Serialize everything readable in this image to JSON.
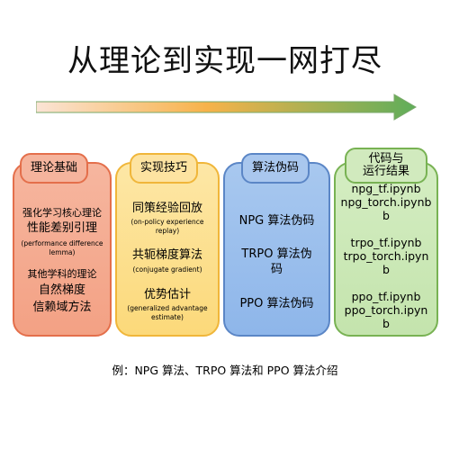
{
  "title": "从理论到实现一网打尽",
  "columns": [
    {
      "header": "理论基础",
      "lines": [
        "强化学习核心理论",
        "性能差别引理",
        "(performance difference",
        "lemma)",
        "其他学科的理论",
        "自然梯度",
        "信赖域方法"
      ]
    },
    {
      "header": "实现技巧",
      "lines": [
        "同策经验回放",
        "(on-policy experience",
        "replay)",
        "共轭梯度算法",
        "(conjugate gradient)",
        "优势估计",
        "(generalized advantage",
        "estimate)"
      ]
    },
    {
      "header": "算法伪码",
      "lines": [
        "NPG 算法伪码",
        "TRPO 算法伪",
        "码",
        "PPO 算法伪码"
      ]
    },
    {
      "header_lines": [
        "代码与",
        "运行结果"
      ],
      "lines": [
        "npg_tf.ipynb",
        "npg_torch.ipynb",
        "b",
        "trpo_tf.ipynb",
        "trpo_torch.ipyn",
        "b",
        "ppo_tf.ipynb",
        "ppo_torch.ipyn",
        "b"
      ]
    }
  ],
  "caption": "例：NPG 算法、TRPO 算法和 PPO 算法介绍",
  "colors": {
    "col1": "#f3a184",
    "col2": "#fcd97a",
    "col3": "#8eb6ea",
    "col4": "#c4e4ad",
    "arrow_start": "#fbe4d6",
    "arrow_mid": "#f7b24a",
    "arrow_end": "#5fae5a"
  }
}
